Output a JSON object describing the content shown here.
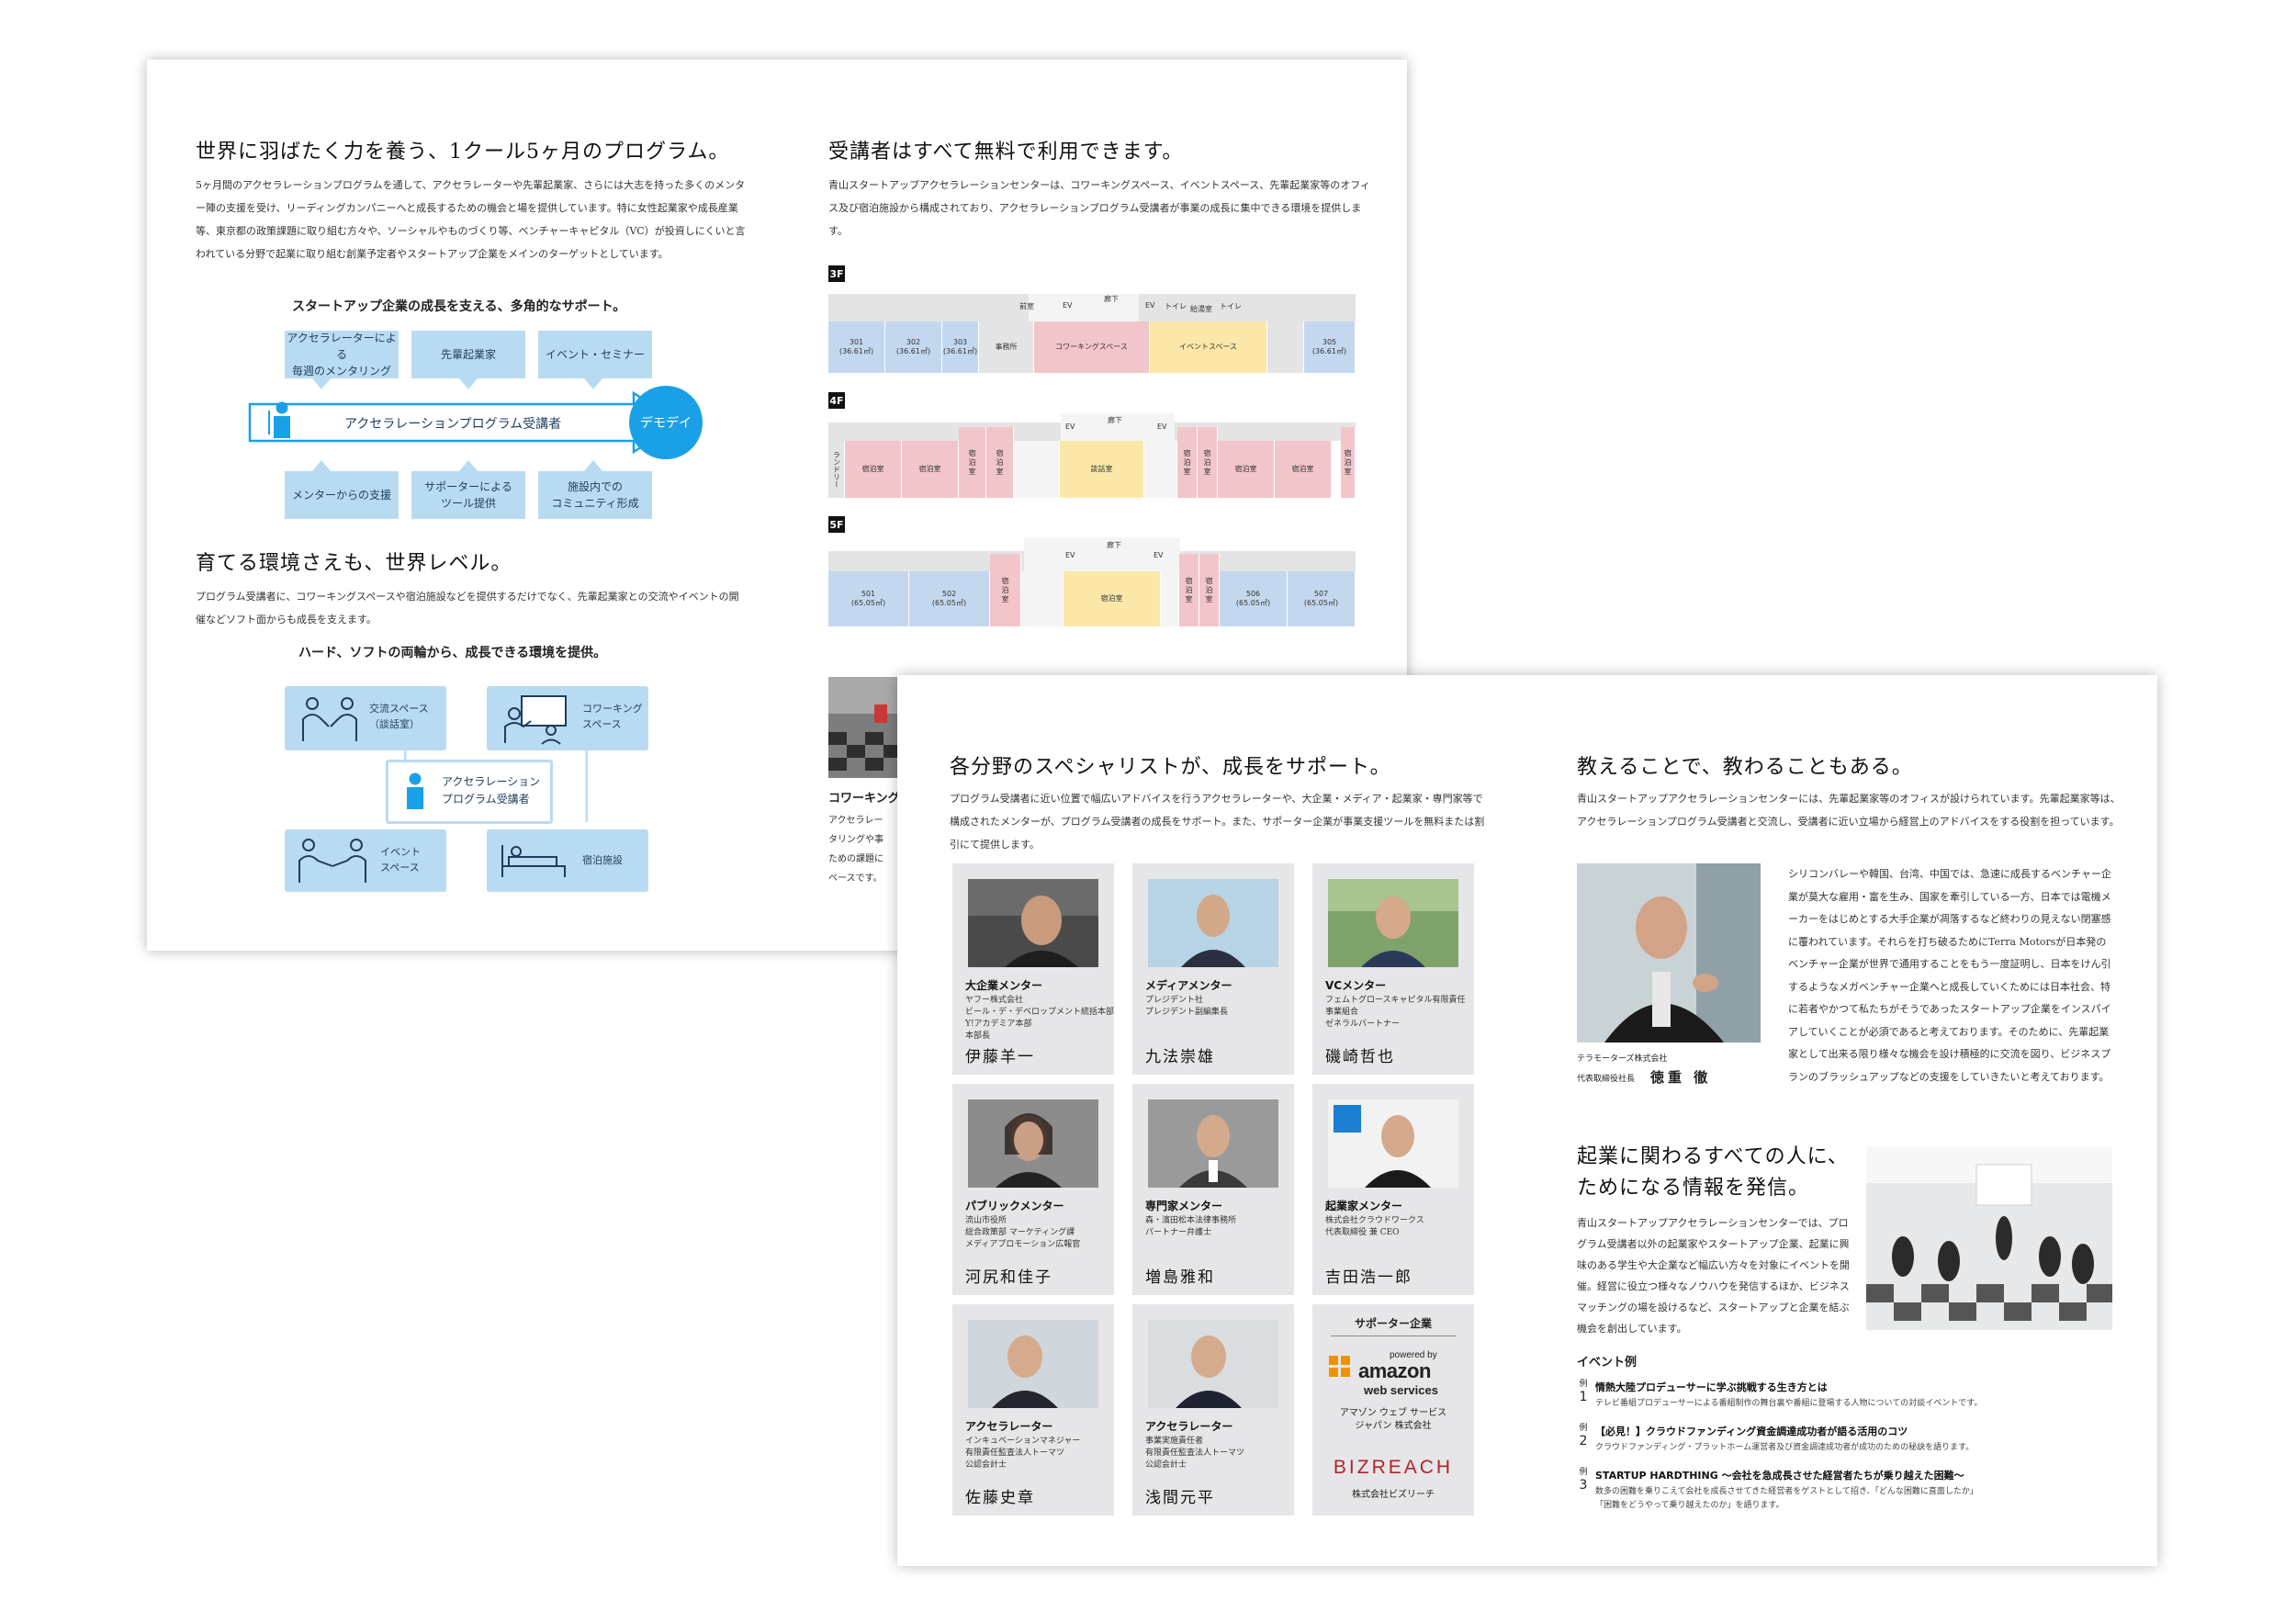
{
  "page1": {
    "left": {
      "title": "世界に羽ばたく力を養う、1クール5ヶ月のプログラム。",
      "intro": "5ヶ月間のアクセラレーションプログラムを通して、アクセラレーターや先輩起業家、さらには大志を持った多くのメンター陣の支援を受け、リーディングカンパニーへと成長するための機会と場を提供しています。特に女性起業家や成長産業等、東京都の政策課題に取り組む方々や、ソーシャルやものづくり等、ベンチャーキャピタル（VC）が投資しにくいと言われている分野で起業に取り組む創業予定者やスタートアップ企業をメインのターゲットとしています。",
      "support_heading": "スタートアップ企業の成長を支える、多角的なサポート。",
      "support_top": [
        "アクセラレーターによる\n毎週のメンタリング",
        "先輩起業家",
        "イベント・セミナー"
      ],
      "support_center": "アクセラレーションプログラム受講者",
      "support_goal": "デモデイ",
      "support_bottom": [
        "メンターからの支援",
        "サポーターによる\nツール提供",
        "施設内での\nコミュニティ形成"
      ],
      "env_title": "育てる環境さえも、世界レベル。",
      "env_text": "プログラム受講者に、コワーキングスペースや宿泊施設などを提供するだけでなく、先輩起業家との交流やイベントの開催などソフト面からも成長を支えます。",
      "env_heading": "ハード、ソフトの両輪から、成長できる環境を提供。",
      "env_boxes": [
        "交流スペース\n（談話室）",
        "コワーキング\nスペース",
        "イベント\nスペース",
        "宿泊施設"
      ],
      "env_center": "アクセラレーション\nプログラム受講者"
    },
    "right": {
      "title": "受講者はすべて無料で利用できます。",
      "intro": "青山スタートアップアクセラレーションセンターは、コワーキングスペース、イベントスペース、先輩起業家等のオフィス及び宿泊施設から構成されており、アクセラレーションプログラム受講者が事業の成長に集中できる環境を提供します。",
      "floors": [
        {
          "label": "3F",
          "rooms": [
            "301\n(36.61㎡)",
            "302\n(36.61㎡)",
            "303\n(36.61㎡)",
            "事務所",
            "コワーキングスペース",
            "イベントスペース",
            "305\n(36.61㎡)"
          ],
          "marks": [
            "前室",
            "EV",
            "廊下",
            "EV",
            "トイレ",
            "給湯室",
            "トイレ"
          ]
        },
        {
          "label": "4F",
          "rooms": [
            "ランドリー",
            "宿泊室",
            "宿泊室",
            "宿\n泊\n室",
            "宿\n泊\n室",
            "談話室",
            "宿\n泊\n室",
            "宿\n泊\n室",
            "宿泊室",
            "宿泊室",
            "宿\n泊\n室"
          ],
          "marks": [
            "EV",
            "廊下",
            "EV"
          ]
        },
        {
          "label": "5F",
          "rooms": [
            "501\n(65.05㎡)",
            "502\n(65.05㎡)",
            "宿\n泊\n室",
            "宿泊室",
            "宿\n泊\n室",
            "宿\n泊\n室",
            "506\n(65.05㎡)",
            "507\n(65.05㎡)"
          ],
          "marks": [
            "EV",
            "廊下",
            "EV"
          ]
        }
      ],
      "peek_title": "コワーキング",
      "peek_text": "アクセラレー\nタリングや事\nための課題に\nペースです。"
    }
  },
  "page2": {
    "left": {
      "title": "各分野のスペシャリストが、成長をサポート。",
      "intro": "プログラム受講者に近い位置で幅広いアドバイスを行うアクセラレーターや、大企業・メディア・起業家・専門家等で構成されたメンターが、プログラム受講者の成長をサポート。また、サポーター企業が事業支援ツールを無料または割引にて提供します。",
      "mentors": [
        {
          "role": "大企業メンター",
          "affiliation": "ヤフー株式会社\nビール・デ・デベロップメント統括本部\nY!アカデミア本部\n本部長",
          "name": "伊藤羊一"
        },
        {
          "role": "メディアメンター",
          "affiliation": "プレジデント社\nプレジデント副編集長",
          "name": "九法崇雄"
        },
        {
          "role": "VCメンター",
          "affiliation": "フェムトグロースキャピタル有限責任\n事業組合\nゼネラルパートナー",
          "name": "磯崎哲也"
        },
        {
          "role": "パブリックメンター",
          "affiliation": "流山市役所\n総合政策部 マーケティング課\nメディアプロモーション広報官",
          "name": "河尻和佳子"
        },
        {
          "role": "専門家メンター",
          "affiliation": "森・濱田松本法律事務所\nパートナー弁護士",
          "name": "増島雅和"
        },
        {
          "role": "起業家メンター",
          "affiliation": "株式会社クラウドワークス\n代表取締役 兼 CEO",
          "name": "吉田浩一郎"
        },
        {
          "role": "アクセラレーター",
          "affiliation": "インキュベーションマネジャー\n有限責任監査法人トーマツ\n公認会計士",
          "name": "佐藤史章"
        },
        {
          "role": "アクセラレーター",
          "affiliation": "事業実施責任者\n有限責任監査法人トーマツ\n公認会計士",
          "name": "浅間元平"
        }
      ],
      "supporter_heading": "サポーター企業",
      "aws_powered": "powered by",
      "aws_brand": "amazon",
      "aws_sub": "web services",
      "aws_name": "アマゾン ウェブ サービス\nジャパン 株式会社",
      "bizreach_logo": "BIZREACH",
      "bizreach_name": "株式会社ビズリーチ"
    },
    "right": {
      "title": "教えることで、教わることもある。",
      "intro": "青山スタートアップアクセラレーションセンターには、先輩起業家等のオフィスが設けられています。先輩起業家等は、アクセラレーションプログラム受講者と交流し、受講者に近い立場から経営上のアドバイスをする役割を担っています。",
      "quote": "シリコンバレーや韓国、台湾、中国では、急速に成長するベンチャー企業が莫大な雇用・富を生み、国家を牽引している一方、日本では電機メーカーをはじめとする大手企業が凋落するなど終わりの見えない閉塞感に覆われています。それらを打ち破るためにTerra Motorsが日本発のベンチャー企業が世界で通用することをもう一度証明し、日本をけん引するようなメガベンチャー企業へと成長していくためには日本社会、特に若者やかつて私たちがそうであったスタートアップ企業をインスパイアしていくことが必須であると考えております。そのために、先輩起業家として出来る限り様々な機会を設け積極的に交流を図り、ビジネスプランのブラッシュアップなどの支援をしていきたいと考えております。",
      "person_company": "テラモーターズ株式会社",
      "person_title": "代表取締役社長",
      "person_name": "徳重 徹",
      "info_title": "起業に関わるすべての人に、\nためになる情報を発信。",
      "info_text": "青山スタートアップアクセラレーションセンターでは、プログラム受講者以外の起業家やスタートアップ企業、起業に興味のある学生や大企業など幅広い方々を対象にイベントを開催。経営に役立つ様々なノウハウを発信するほか、ビジネスマッチングの場を設けるなど、スタートアップと企業を結ぶ機会を創出しています。",
      "events_heading": "イベント例",
      "example_label": "例",
      "events": [
        {
          "num": "1",
          "title": "情熱大陸プロデューサーに学ぶ挑戦する生き方とは",
          "desc": "テレビ番組プロデューサーによる番組制作の舞台裏や番組に登場する人物についての対談イベントです。"
        },
        {
          "num": "2",
          "title": "【必見！】クラウドファンディング資金調達成功者が語る活用のコツ",
          "desc": "クラウドファンディング・プラットホーム運営者及び資金調達成功者が成功のための秘訣を語ります。"
        },
        {
          "num": "3",
          "title": "STARTUP HARDTHING 〜会社を急成長させた経営者たちが乗り越えた困難〜",
          "desc": "数多の困難を乗りこえて会社を成長させてきた経営者をゲストとして招き、「どんな困難に直面したか」\n「困難をどうやって乗り越えたのか」を語ります。"
        }
      ]
    }
  },
  "colors": {
    "accent_blue": "#1aa0e6",
    "light_blue": "#b9dbf2",
    "card_gray": "#e6e6e8"
  }
}
